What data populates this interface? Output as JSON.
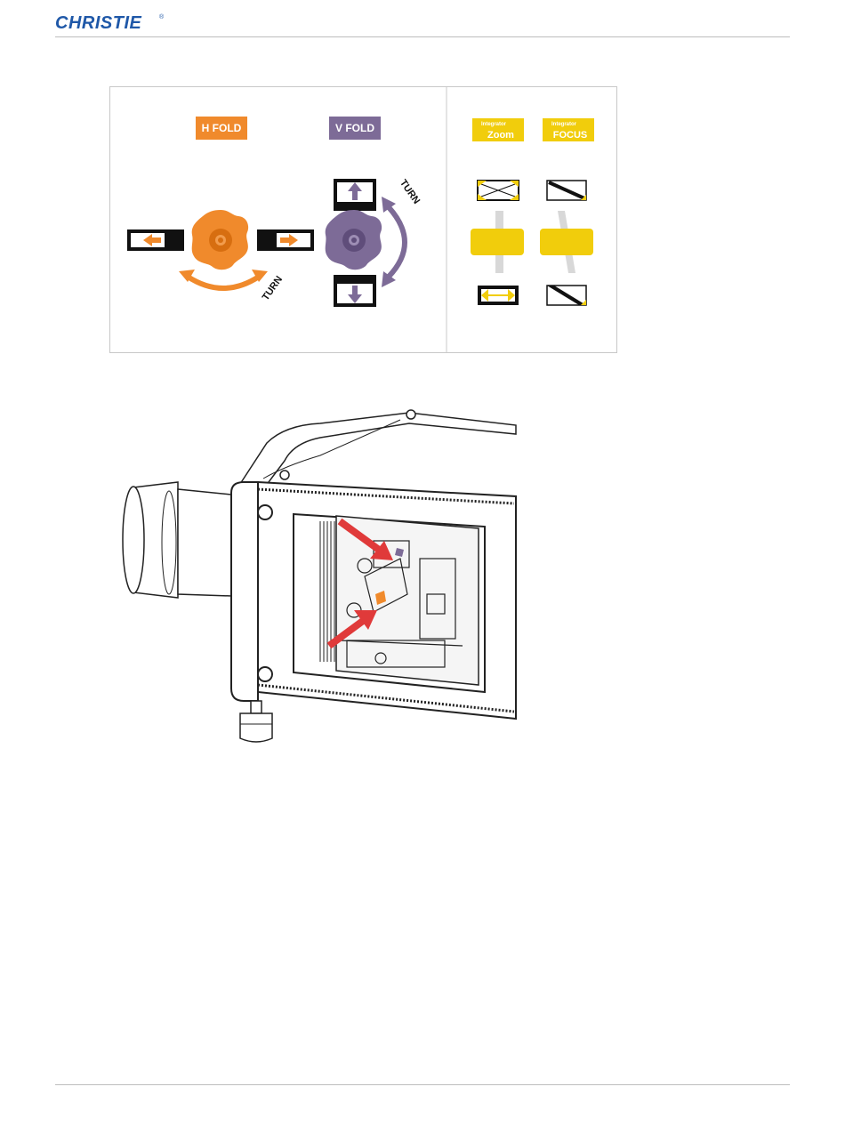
{
  "header": {
    "logo_text": "CHRISTIE",
    "logo_mark": "®"
  },
  "diagram": {
    "hfold_label": "H FOLD",
    "vfold_label": "V FOLD",
    "turn_label_h": "TURN",
    "turn_label_v": "TURN",
    "zoom_small": "Integrator",
    "zoom_label": "Zoom",
    "focus_small": "Integrator",
    "focus_label": "FOCUS",
    "colors": {
      "hfold": "#f08a2c",
      "vfold": "#7d6b97",
      "integrator": "#f1cd0c",
      "border": "#c8c8c8",
      "brand_blue": "#1f58a8"
    }
  }
}
